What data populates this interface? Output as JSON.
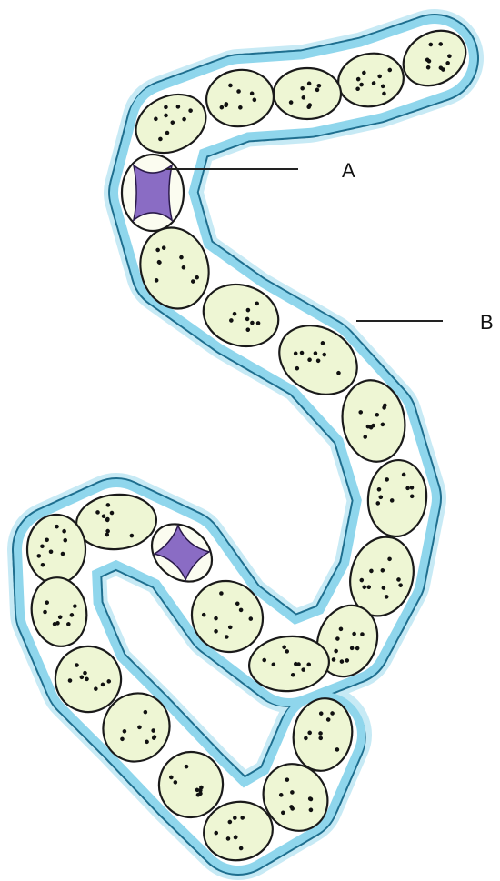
{
  "diagram": {
    "subject": "filamentous-cyanobacterium",
    "colors": {
      "sheath": "#8fd6ec",
      "sheath_edge": "#1f6f8f",
      "cell_fill": "#eef6d4",
      "cell_stroke": "#1a1a1a",
      "heterocyst_fill": "#fbfcf0",
      "heterocyst_core": "#8a6cc4",
      "dot": "#111111",
      "pointer": "#222222"
    },
    "labels": [
      {
        "id": "A",
        "text": "A",
        "structure": "heterocyst"
      },
      {
        "id": "B",
        "text": "B",
        "structure": "mucilage-sheath"
      }
    ]
  }
}
